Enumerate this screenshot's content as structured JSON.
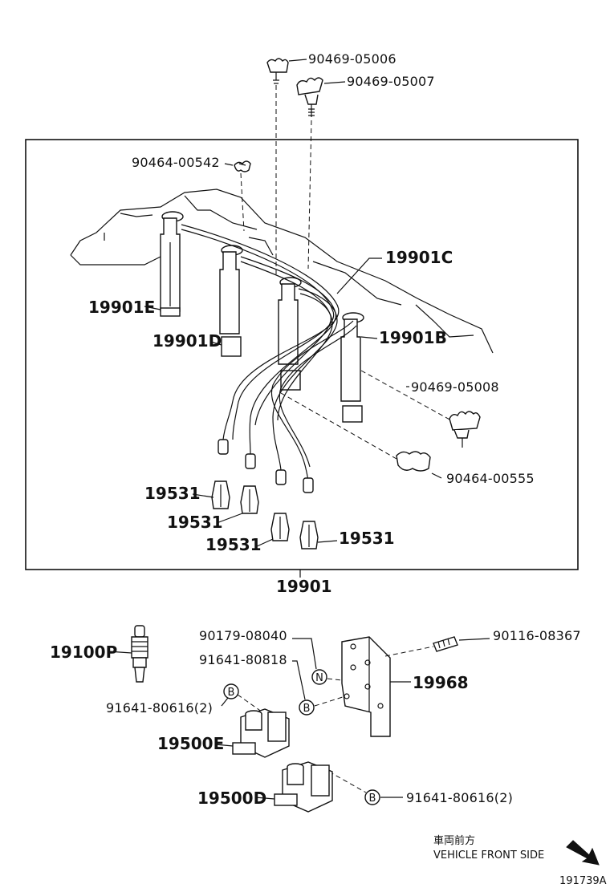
{
  "diagram": {
    "labels": {
      "clamp_top_a": "90469-05006",
      "clamp_top_b": "90469-05007",
      "clip_left": "90464-00542",
      "cord_c": "19901C",
      "cord_e": "19901E",
      "cord_d": "19901D",
      "cord_b": "19901B",
      "clamp_right": "90469-05008",
      "clip_right": "90464-00555",
      "boot_1": "19531",
      "boot_2": "19531",
      "boot_3": "19531",
      "boot_4": "19531",
      "cord_set": "19901",
      "spark_plug": "19100P",
      "screw_n": "90179-08040",
      "bolt_b": "91641-80818",
      "bolt_b_qty_left": "91641-80616(2)",
      "stud": "90116-08367",
      "bracket": "19968",
      "coil_e": "19500E",
      "coil_d": "19500D",
      "bolt_b_qty_bottom": "91641-80616(2)",
      "marker_n": "N",
      "marker_b": "B"
    },
    "orientation": {
      "japanese": "車両前方",
      "english": "VEHICLE FRONT SIDE"
    },
    "figure_id": "191739A"
  }
}
